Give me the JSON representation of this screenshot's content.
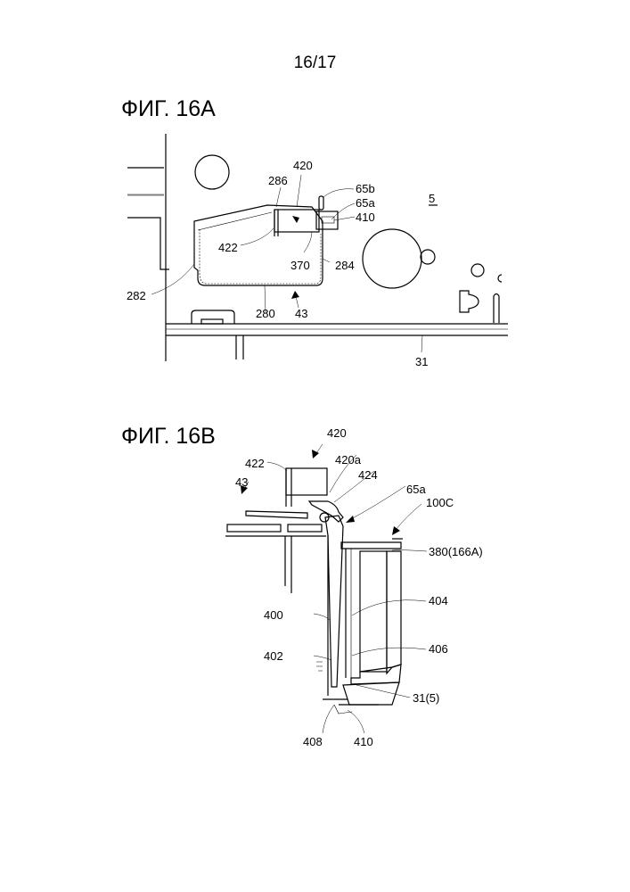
{
  "page_number": "16/17",
  "figures": [
    {
      "title": "ФИГ. 16A",
      "labels": {
        "l420": "420",
        "l286": "286",
        "l65b": "65b",
        "l65a": "65a",
        "l410": "410",
        "l5": "5",
        "l422": "422",
        "l370": "370",
        "l284": "284",
        "l282": "282",
        "l280": "280",
        "l43": "43",
        "l31": "31"
      }
    },
    {
      "title": "ФИГ. 16B",
      "labels": {
        "l420": "420",
        "l420a": "420a",
        "l422": "422",
        "l424": "424",
        "l65a": "65a",
        "l43": "43",
        "l100c": "100C",
        "l380": "380(166A)",
        "l404": "404",
        "l400": "400",
        "l406": "406",
        "l402": "402",
        "l31": "31(5)",
        "l408": "408",
        "l410": "410"
      }
    }
  ]
}
